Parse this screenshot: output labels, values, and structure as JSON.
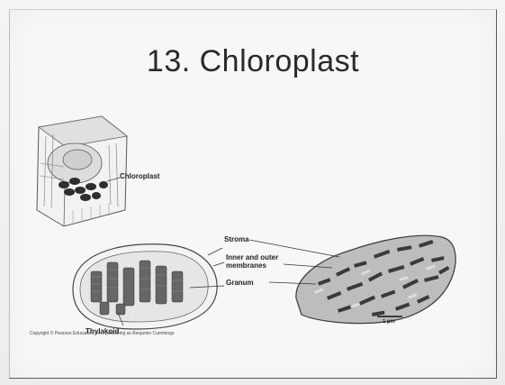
{
  "slide": {
    "title": "13. Chloroplast"
  },
  "figure": {
    "labels": {
      "chloroplast": "Chloroplast",
      "stroma": "Stroma",
      "membranes": "Inner and outer\nmembranes",
      "granum": "Granum",
      "thylakoid": "Thylakoid",
      "scale_bar": "1 µm"
    },
    "copyright": "Copyright © Pearson Education, Inc., publishing as Benjamin Cummings"
  }
}
